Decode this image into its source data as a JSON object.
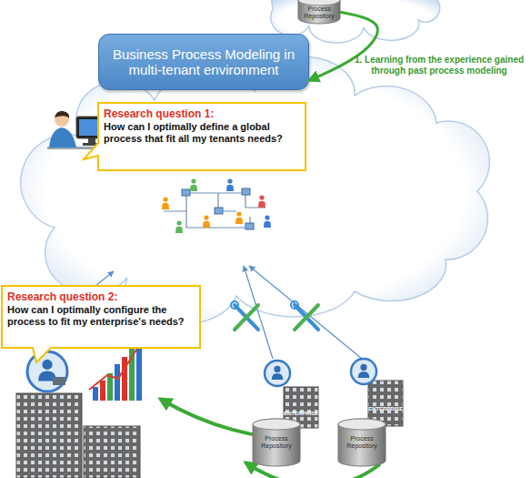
{
  "diagram": {
    "nodes": [
      {
        "text": [
          "Process Repository"
        ]
      },
      {
        "text": [
          "Business Process Modeling in multi-tenant environment"
        ]
      },
      {
        "text": [
          "Research question 1:",
          "How can I optimally define a global process that fit all my tenants needs?"
        ]
      },
      {
        "text": [
          "Research question 2:",
          "How can I optimally configure the process to fit my enterprise's needs?"
        ]
      },
      {
        "text": [
          "Process Repository"
        ]
      },
      {
        "text": [
          "Process Repository"
        ]
      }
    ],
    "edges": [
      {
        "from": 0,
        "to": 1,
        "arrow": "to",
        "label": "1. Learning from the experience gained through past process modeling"
      }
    ],
    "labels": [
      "ENTERPRISE",
      "ENTERPRISE"
    ]
  }
}
